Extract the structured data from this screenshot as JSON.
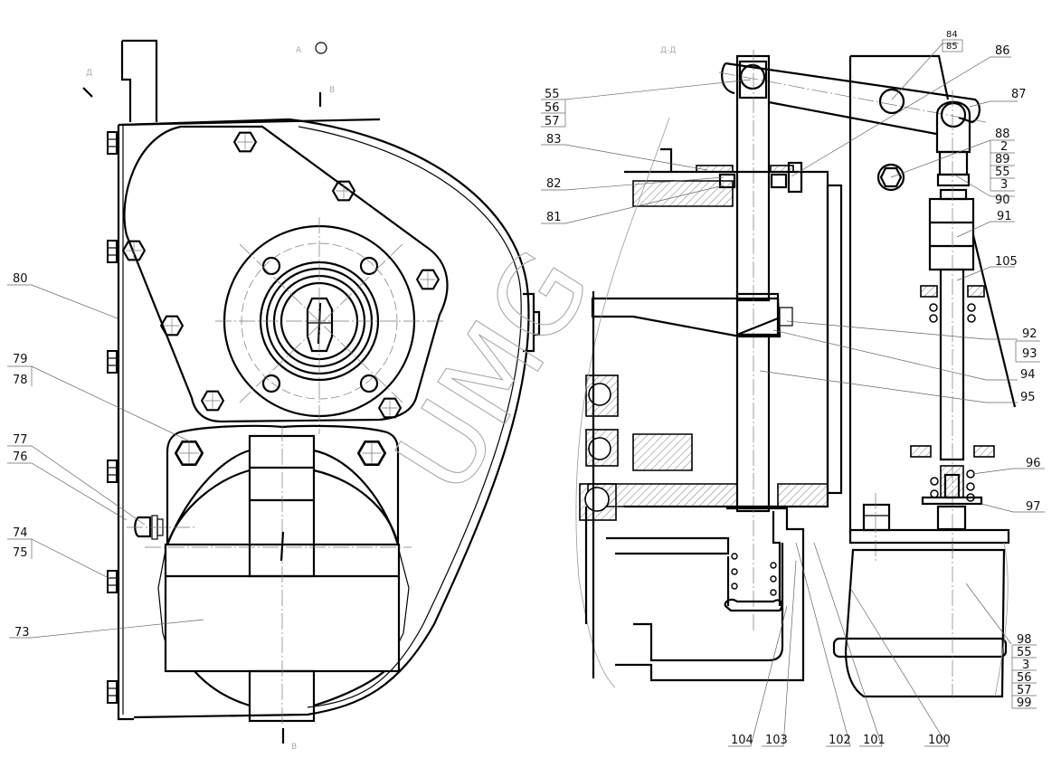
{
  "drawing": {
    "title": "Mechanism assembly drawing — front view and section Д-Д",
    "watermark": "UMG",
    "view_marks": {
      "view_a": "А",
      "section_b_top": "В",
      "section_b_bottom": "В",
      "section_d": "Д",
      "section_d_title": "Д-Д"
    }
  },
  "left_view": {
    "callouts": [
      {
        "id": "c80",
        "lines": [
          "80"
        ]
      },
      {
        "id": "c79",
        "lines": [
          "79",
          "78"
        ]
      },
      {
        "id": "c77",
        "lines": [
          "77",
          "76"
        ]
      },
      {
        "id": "c74",
        "lines": [
          "74",
          "75"
        ]
      },
      {
        "id": "c73",
        "lines": [
          "73"
        ]
      }
    ]
  },
  "right_view": {
    "callouts_left": [
      {
        "id": "c55",
        "lines": [
          "55",
          "56",
          "57"
        ]
      },
      {
        "id": "c83",
        "lines": [
          "83"
        ]
      },
      {
        "id": "c82",
        "lines": [
          "82"
        ]
      },
      {
        "id": "c81",
        "lines": [
          "81"
        ]
      }
    ],
    "callouts_top": [
      {
        "id": "c84",
        "lines": [
          "84",
          "85"
        ]
      },
      {
        "id": "c86",
        "lines": [
          "86"
        ]
      }
    ],
    "callouts_right": [
      {
        "id": "c87",
        "lines": [
          "87"
        ]
      },
      {
        "id": "c88",
        "lines": [
          "88",
          "2",
          "89",
          "55",
          "3"
        ]
      },
      {
        "id": "c90",
        "lines": [
          "90"
        ]
      },
      {
        "id": "c91",
        "lines": [
          "91"
        ]
      },
      {
        "id": "c105",
        "lines": [
          "105"
        ]
      },
      {
        "id": "c92",
        "lines": [
          "92",
          "93"
        ]
      },
      {
        "id": "c94",
        "lines": [
          "94"
        ]
      },
      {
        "id": "c95",
        "lines": [
          "95"
        ]
      },
      {
        "id": "c96",
        "lines": [
          "96"
        ]
      },
      {
        "id": "c97",
        "lines": [
          "97"
        ]
      },
      {
        "id": "c98",
        "lines": [
          "98",
          "55",
          "3",
          "56",
          "57",
          "99"
        ]
      }
    ],
    "callouts_bottom": [
      {
        "id": "c104",
        "lines": [
          "104"
        ]
      },
      {
        "id": "c103",
        "lines": [
          "103"
        ]
      },
      {
        "id": "c102",
        "lines": [
          "102"
        ]
      },
      {
        "id": "c101",
        "lines": [
          "101"
        ]
      },
      {
        "id": "c100",
        "lines": [
          "100"
        ]
      }
    ]
  }
}
